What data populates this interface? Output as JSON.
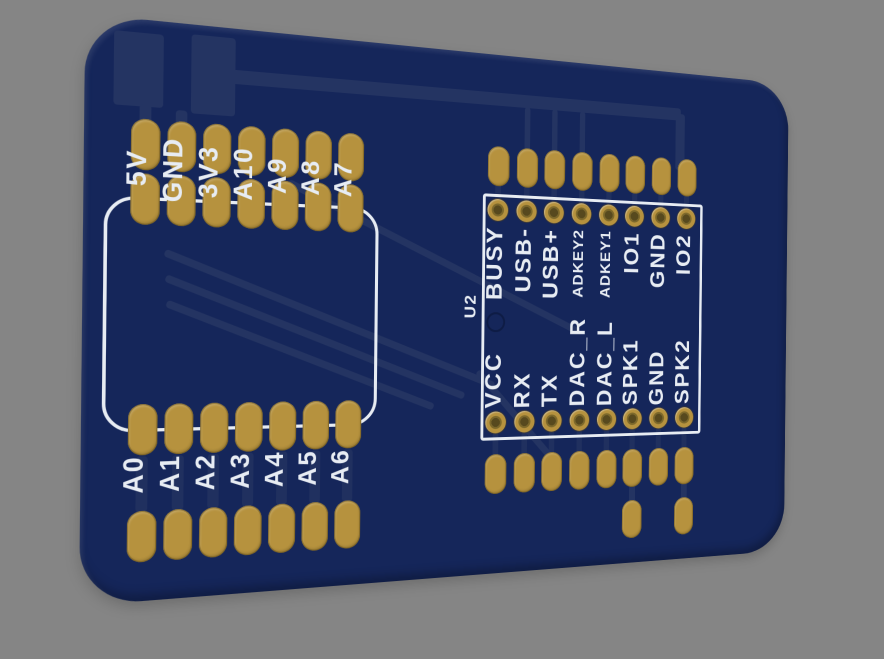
{
  "viewport": {
    "background_color": "#858585"
  },
  "board": {
    "color": "#15265a",
    "copper_color": "#243462",
    "pad_color": "#b6923e",
    "silkscreen_color": "#e7ecf3",
    "left_header": {
      "top_labels": [
        "5V",
        "GND",
        "3V3",
        "A10",
        "A9",
        "A8",
        "A7"
      ],
      "bottom_labels": [
        "A0",
        "A1",
        "A2",
        "A3",
        "A4",
        "A5",
        "A6"
      ]
    },
    "u2": {
      "refdes": "U2",
      "top_pins": [
        "BUSY",
        "USB-",
        "USB+",
        "ADKEY2",
        "ADKEY1",
        "IO1",
        "GND",
        "IO2"
      ],
      "bottom_pins": [
        "VCC",
        "RX",
        "TX",
        "DAC_R",
        "DAC_L",
        "SPK1",
        "GND",
        "SPK2"
      ]
    }
  }
}
